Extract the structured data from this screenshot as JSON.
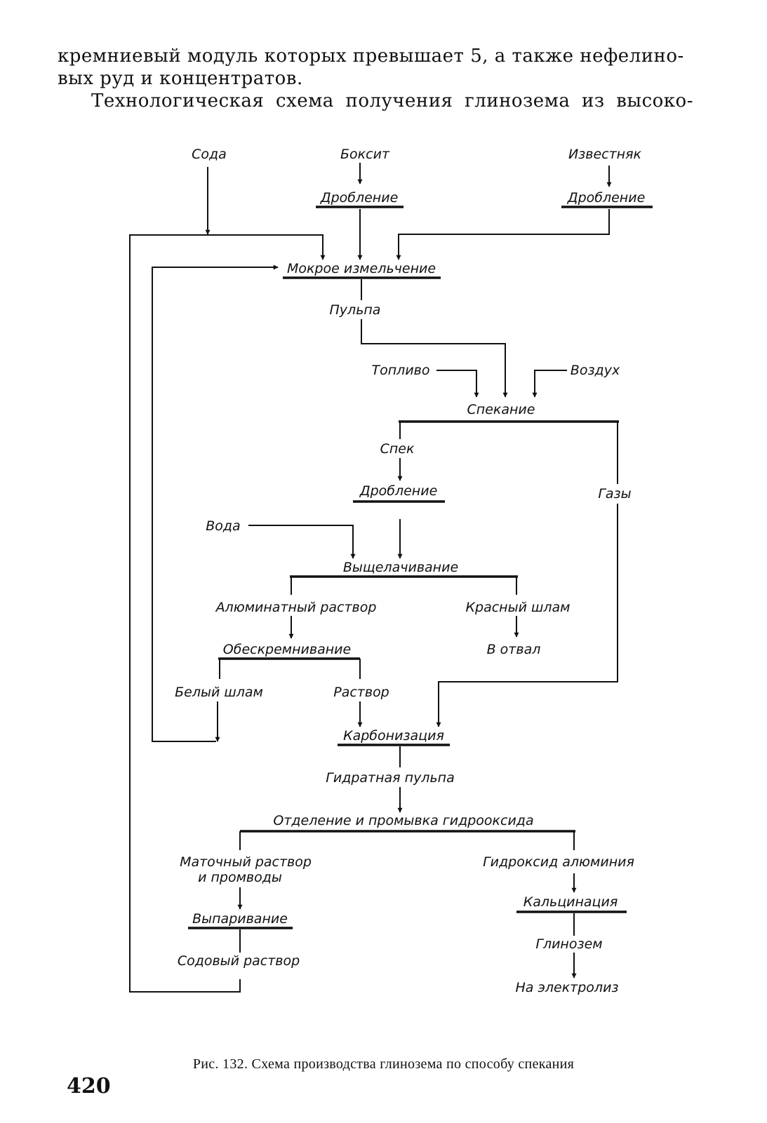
{
  "text": {
    "line1": "кремниевый модуль которых превышает 5, а также нефелино-",
    "line2": "вых руд и концентратов.",
    "line3": "Технологическая схема получения глинозема из высоко-"
  },
  "nodes": {
    "soda": "Сода",
    "bauxite": "Боксит",
    "limestone": "Известняк",
    "crushing_bauxite": "Дробление",
    "crushing_limestone": "Дробление",
    "wet_grinding": "Мокрое измельчение",
    "pulp": "Пульпа",
    "fuel": "Топливо",
    "air": "Воздух",
    "sintering": "Спекание",
    "sinter": "Спек",
    "gases": "Газы",
    "crushing_sinter": "Дробление",
    "water": "Вода",
    "leaching": "Выщелачивание",
    "aluminate_solution": "Алюминатный раствор",
    "red_mud": "Красный шлам",
    "to_dump": "В отвал",
    "desilication": "Обескремнивание",
    "white_mud": "Белый шлам",
    "solution": "Раствор",
    "carbonization": "Карбонизация",
    "hydrate_pulp": "Гидратная пульпа",
    "separation": "Отделение и промывка гидрооксида",
    "mother_liquor_1": "Маточный раствор",
    "mother_liquor_2": "и промводы",
    "aluminium_hydroxide": "Гидроксид алюминия",
    "evaporation": "Выпаривание",
    "calcination": "Кальцинация",
    "soda_solution": "Содовый раствор",
    "alumina": "Глинозем",
    "to_electrolysis": "На электролиз"
  },
  "caption": "Рис. 132. Схема производства глинозема по способу спекания",
  "page_number": "420"
}
